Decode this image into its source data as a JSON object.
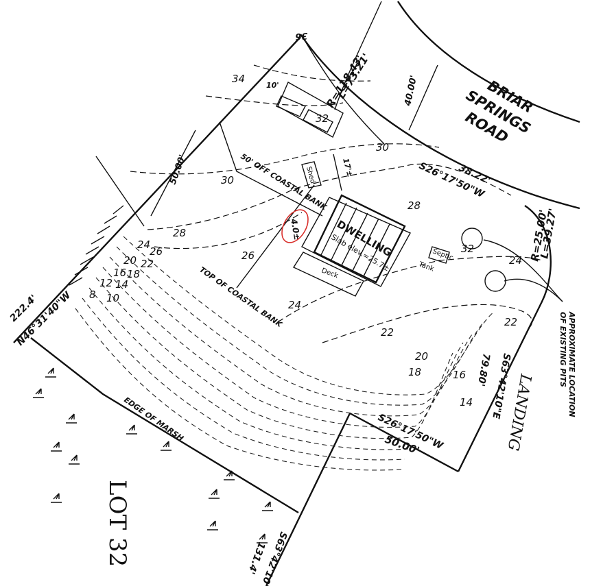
{
  "road": {
    "line1": "BRIAR",
    "line2": "SPRINGS",
    "line3": "ROAD"
  },
  "lot": {
    "label": "LOT 32"
  },
  "landing": {
    "label": "LANDING"
  },
  "structures": {
    "dwelling": "DWELLING",
    "slab": "Slab elev.=25.7±",
    "deck": "Deck",
    "shed": "Shed",
    "septic_1": "Septic",
    "septic_2": "Tank"
  },
  "annotations": {
    "coastal_bank_offset": "50' OFF COASTAL BANK",
    "top_of_bank": "TOP OF COASTAL BANK",
    "edge_of_marsh": "EDGE OF MARSH",
    "pits_1": "APPROXIMATE LOCATION",
    "pits_2": "OF EXISTING PITS",
    "red_mark": "4.0±",
    "ten_ft": "10'",
    "seventeen": "17'±"
  },
  "bearings": {
    "west_line": "N46°31'40\"W",
    "west_len": "222.4'",
    "south_line": "S63°42'10\"E",
    "south_len": "131.4'",
    "inner_bearing": "S26°17'50\"W",
    "inner_len": "50.00'",
    "road_bearing": "S26°17'50\"W",
    "road_len": "38.22'",
    "east_bearing": "S63°42'10\"E",
    "east_len": "79.80'",
    "curve_L1": "L=73.21'",
    "curve_R1": "R=118.43'",
    "curve_L2": "L=39.27'",
    "curve_R2": "R=25.00'",
    "dim_40": "40.00'",
    "dim_50": "50.00'",
    "dim_36": "36"
  },
  "contours": {
    "c30a": "30",
    "c30b": "30",
    "c28a": "28",
    "c28b": "28",
    "c26a": "26",
    "c26b": "26",
    "c24a": "24",
    "c24b": "24",
    "c24c": "24",
    "c22a": "22",
    "c22b": "22",
    "c22c": "22",
    "c20a": "20",
    "c20b": "20",
    "c18a": "18",
    "c18b": "18",
    "c16a": "16",
    "c16b": "16",
    "c14a": "14",
    "c14b": "14",
    "c12": "12",
    "c10": "10",
    "c8": "8",
    "c34": "34",
    "c32": "32",
    "c32b": "32"
  },
  "colors": {
    "ink": "#111111",
    "redline": "#d9302c"
  }
}
